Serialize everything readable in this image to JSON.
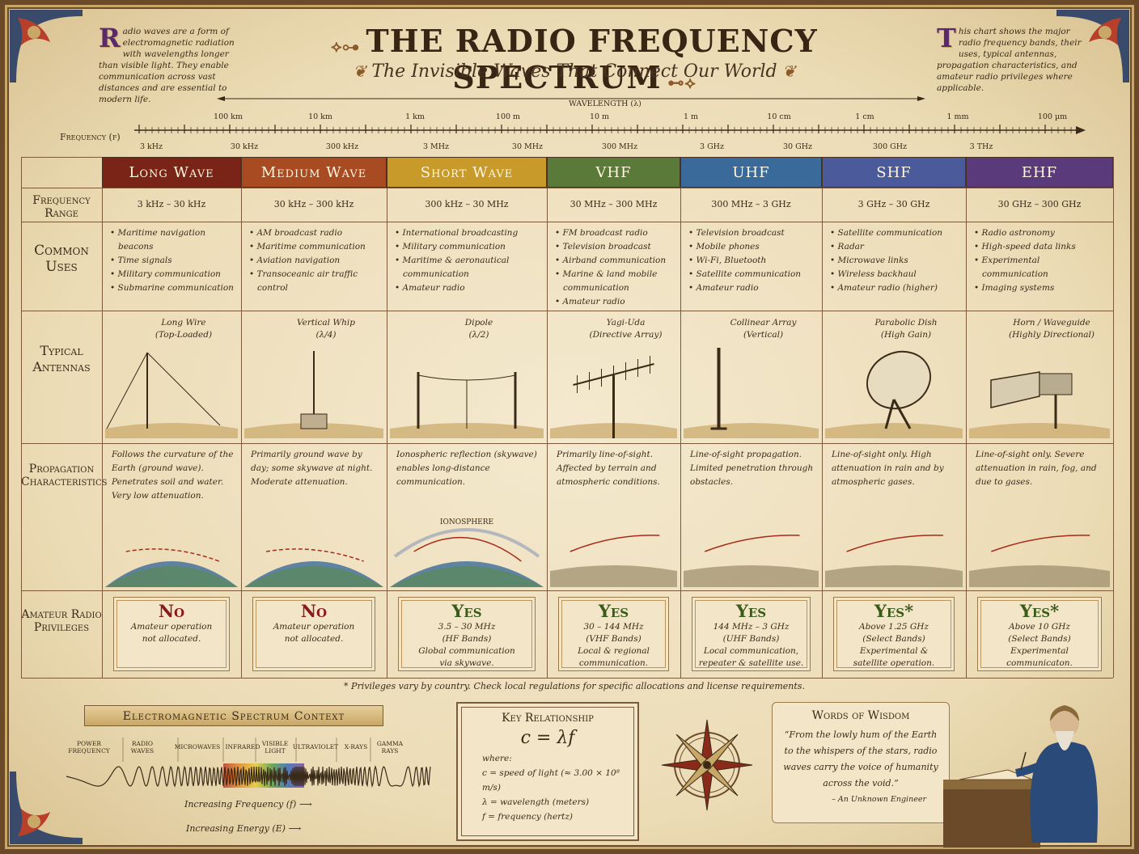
{
  "title": "THE RADIO FREQUENCY SPECTRUM",
  "subtitle": "The Invisible Waves That Connect Our World",
  "intro_left": {
    "cap": "R",
    "text": "adio waves are a form of electromagnetic radiation with wavelengths longer than visible light. They enable communication across vast distances and are essential to modern life."
  },
  "intro_right": {
    "cap": "T",
    "text": "his chart shows the major radio frequency bands, their uses, typical antennas, propagation characteristics, and amateur radio privileges where applicable."
  },
  "scale": {
    "wavelength_label": "WAVELENGTH (λ)",
    "frequency_label": "Frequency (f)",
    "wavelengths": [
      "100 km",
      "10 km",
      "1 km",
      "100 m",
      "10 m",
      "1 m",
      "10 cm",
      "1 cm",
      "1 mm",
      "100 µm"
    ],
    "frequencies": [
      "3 kHz",
      "30 kHz",
      "300 kHz",
      "3 MHz",
      "30 MHz",
      "300 MHz",
      "3 GHz",
      "30 GHz",
      "300 GHz",
      "3 THz"
    ]
  },
  "row_labels": {
    "range": "Frequency Range",
    "uses": "Common Uses",
    "antennas": "Typical Antennas",
    "propagation": "Propagation Characteristics",
    "amateur": "Amateur Radio Privileges"
  },
  "bands": [
    {
      "name": "Long Wave",
      "color": "#7a2418",
      "range": "3 kHz – 30 kHz",
      "uses": [
        "Maritime navigation beacons",
        "Time signals",
        "Military communication",
        "Submarine communication"
      ],
      "antenna": "Long Wire",
      "antenna_sub": "(Top-Loaded)",
      "propagation": "Follows the curvature of the Earth (ground wave). Penetrates soil and water. Very low attenuation.",
      "priv": "No",
      "priv_det": [
        "Amateur operation",
        "not allocated."
      ]
    },
    {
      "name": "Medium Wave",
      "color": "#a84a22",
      "range": "30 kHz – 300 kHz",
      "uses": [
        "AM broadcast radio",
        "Maritime communication",
        "Aviation navigation",
        "Transoceanic air traffic control"
      ],
      "antenna": "Vertical Whip",
      "antenna_sub": "(λ/4)",
      "propagation": "Primarily ground wave by day; some skywave at night. Moderate attenuation.",
      "priv": "No",
      "priv_det": [
        "Amateur operation",
        "not allocated."
      ]
    },
    {
      "name": "Short Wave",
      "color": "#c89a2a",
      "range": "300 kHz – 30 MHz",
      "uses": [
        "International broadcasting",
        "Military communication",
        "Maritime & aeronautical communication",
        "Amateur radio"
      ],
      "antenna": "Dipole",
      "antenna_sub": "(λ/2)",
      "propagation": "Ionospheric reflection (skywave) enables long-distance communication.",
      "ionosphere": "IONOSPHERE",
      "priv": "Yes",
      "priv_det": [
        "3.5 – 30 MHz",
        "(HF Bands)",
        "Global communication",
        "via skywave."
      ]
    },
    {
      "name": "VHF",
      "color": "#5a7a3a",
      "range": "30 MHz – 300 MHz",
      "uses": [
        "FM broadcast radio",
        "Television broadcast",
        "Airband communication",
        "Marine & land mobile communication",
        "Amateur radio"
      ],
      "antenna": "Yagi-Uda",
      "antenna_sub": "(Directive Array)",
      "propagation": "Primarily line-of-sight. Affected by terrain and atmospheric conditions.",
      "priv": "Yes",
      "priv_det": [
        "30 – 144 MHz",
        "(VHF Bands)",
        "Local & regional",
        "communication."
      ]
    },
    {
      "name": "UHF",
      "color": "#3a6a9a",
      "range": "300 MHz – 3 GHz",
      "uses": [
        "Television broadcast",
        "Mobile phones",
        "Wi-Fi, Bluetooth",
        "Satellite communication",
        "Amateur radio"
      ],
      "antenna": "Collinear Array",
      "antenna_sub": "(Vertical)",
      "propagation": "Line-of-sight propagation. Limited penetration through obstacles.",
      "priv": "Yes",
      "priv_det": [
        "144 MHz – 3 GHz",
        "(UHF Bands)",
        "Local communication,",
        "repeater & satellite use."
      ]
    },
    {
      "name": "SHF",
      "color": "#4a5a9a",
      "range": "3 GHz – 30 GHz",
      "uses": [
        "Satellite communication",
        "Radar",
        "Microwave links",
        "Wireless backhaul",
        "Amateur radio (higher)"
      ],
      "antenna": "Parabolic Dish",
      "antenna_sub": "(High Gain)",
      "propagation": "Line-of-sight only. High attenuation in rain and by atmospheric gases.",
      "priv": "Yes*",
      "priv_det": [
        "Above 1.25 GHz",
        "(Select Bands)",
        "Experimental &",
        "satellite operation."
      ]
    },
    {
      "name": "EHF",
      "color": "#5a3a7a",
      "range": "30 GHz – 300 GHz",
      "uses": [
        "Radio astronomy",
        "High-speed data links",
        "Experimental communication",
        "Imaging systems"
      ],
      "antenna": "Horn / Waveguide",
      "antenna_sub": "(Highly Directional)",
      "propagation": "Line-of-sight only. Severe attenuation in rain, fog, and due to gases.",
      "priv": "Yes*",
      "priv_det": [
        "Above 10 GHz",
        "(Select Bands)",
        "Experimental",
        "communicaton."
      ]
    }
  ],
  "footnote": "* Privileges vary by country. Check local regulations for specific allocations and license requirements.",
  "em": {
    "title": "Electromagnetic Spectrum Context",
    "regions": [
      "Power Frequency",
      "Radio Waves",
      "Microwaves",
      "Infrared",
      "Visible Light",
      "Ultraviolet",
      "X-Rays",
      "Gamma Rays"
    ],
    "freq_arrow": "Increasing Frequency (f)",
    "energy_arrow": "Increasing Energy (E)"
  },
  "key": {
    "title": "Key Relationship",
    "equation": "c = λf",
    "where": "where:",
    "defs": [
      "c = speed of light (≈ 3.00 × 10⁸ m/s)",
      "λ = wavelength (meters)",
      "f = frequency (hertz)"
    ]
  },
  "wisdom": {
    "title": "Words of Wisdom",
    "quote": "“From the lowly hum of the Earth to the whispers of the stars, radio waves carry the voice of humanity across the void.”",
    "author": "– An Unknown Engineer"
  }
}
